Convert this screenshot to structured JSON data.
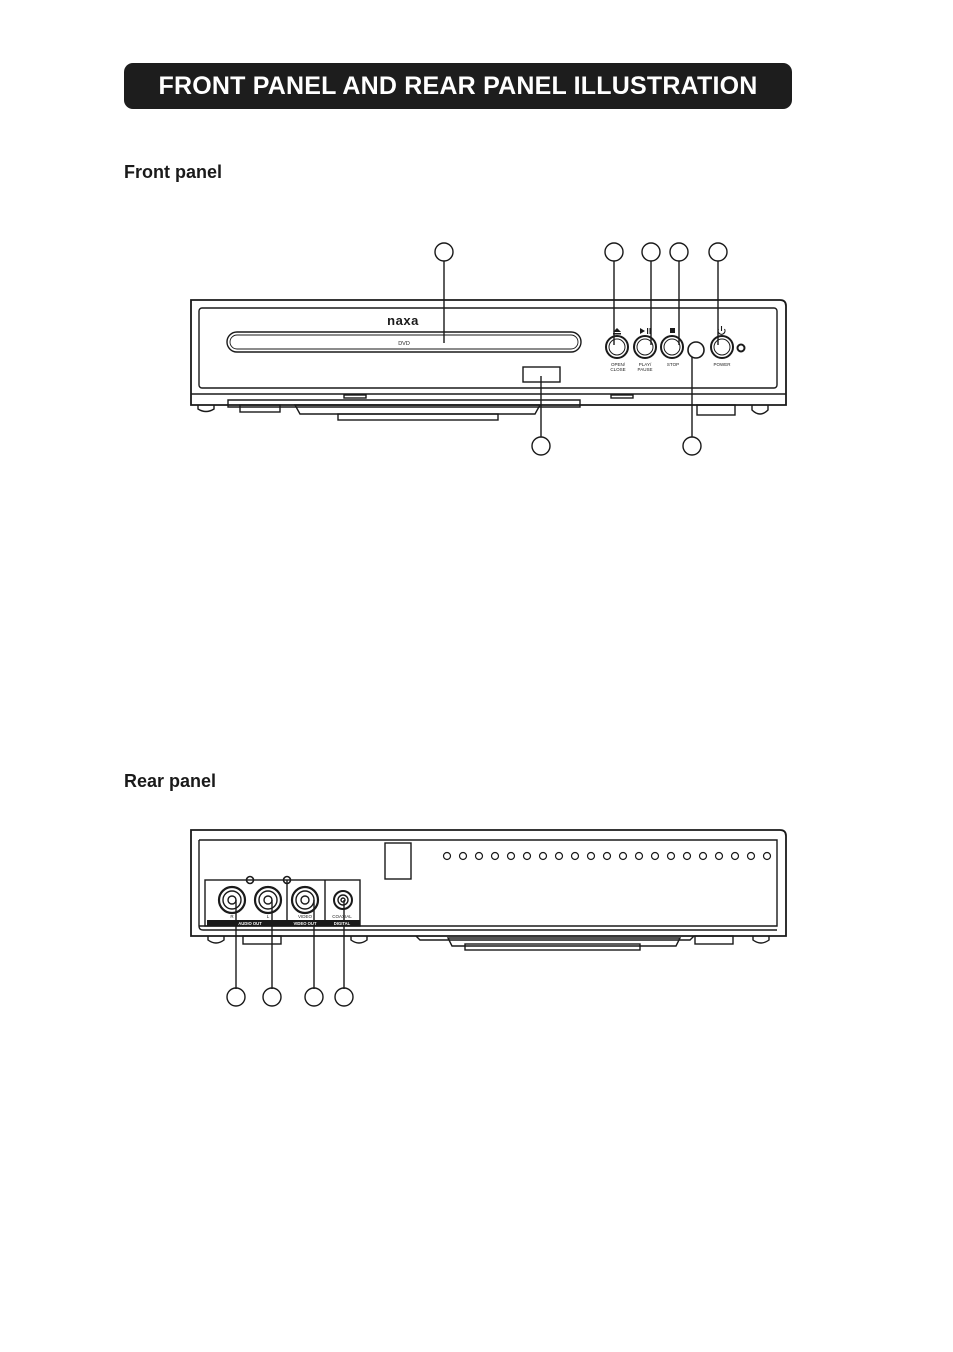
{
  "header": {
    "title": "FRONT PANEL AND REAR PANEL ILLUSTRATION"
  },
  "front": {
    "heading": "Front panel",
    "brand": "naxa",
    "tray_label": "DVD",
    "buttons": {
      "open_close": {
        "line1": "OPEN/",
        "line2": "CLOSE"
      },
      "play_pause": {
        "line1": "PLAY/",
        "line2": "PAUSE"
      },
      "stop": "STOP",
      "power": "POWER"
    }
  },
  "rear": {
    "heading": "Rear panel",
    "jacks": {
      "r": "R",
      "l": "L",
      "video": "VIDEO",
      "coaxial": "COAXIAL"
    },
    "group_labels": {
      "audio_out": "AUDIO OUT",
      "video_out": "VIDEO OUT",
      "digital": "DIGITAL"
    }
  }
}
